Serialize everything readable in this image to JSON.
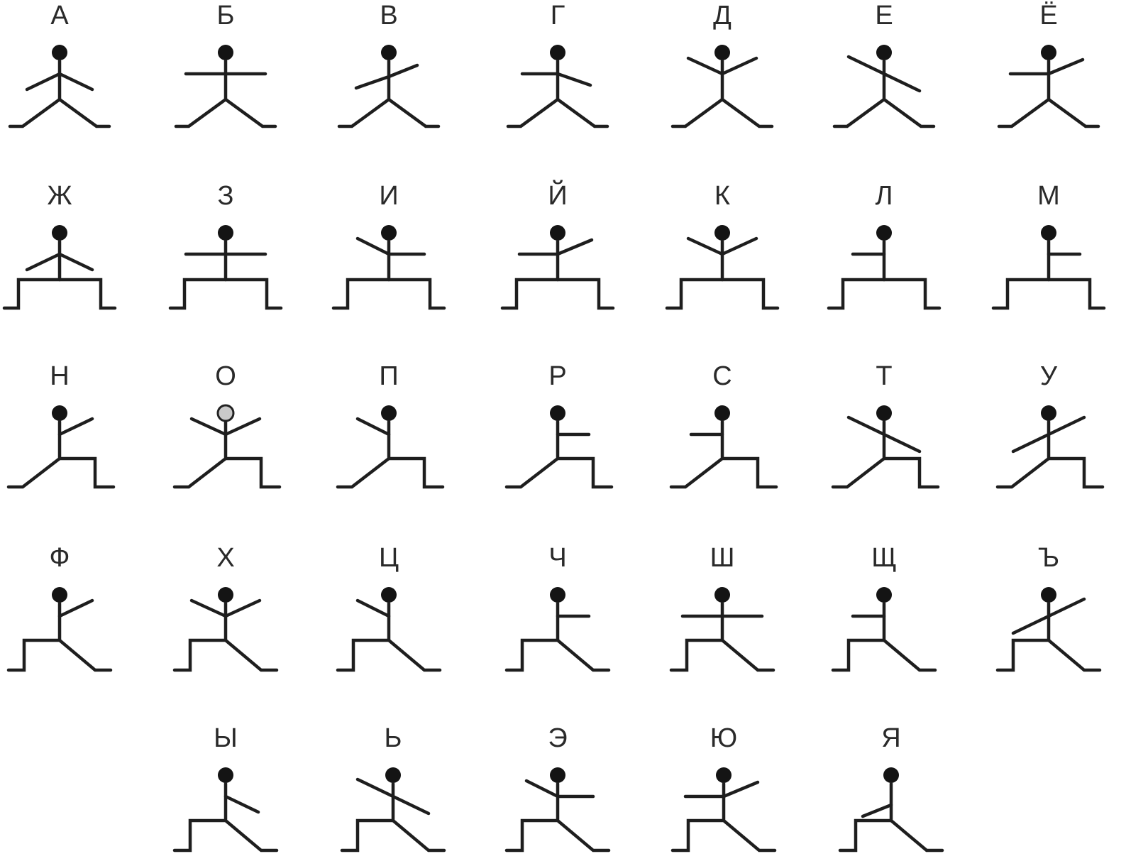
{
  "colors": {
    "background": "#ffffff",
    "ink": "#1e1e1e"
  },
  "figures": [
    {
      "letter": "А",
      "legs": "spread",
      "arms": "a-down-both"
    },
    {
      "letter": "Б",
      "legs": "spread",
      "arms": "horizontal-both"
    },
    {
      "letter": "В",
      "legs": "spread",
      "arms": "left-down-right-up"
    },
    {
      "letter": "Г",
      "legs": "spread",
      "arms": "left-horizontal-right-down"
    },
    {
      "letter": "Д",
      "legs": "spread",
      "arms": "up-both"
    },
    {
      "letter": "Е",
      "legs": "spread",
      "arms": "diagonal-down-right"
    },
    {
      "letter": "Ё",
      "legs": "spread",
      "arms": "left-horizontal-right-up"
    },
    {
      "letter": "Ж",
      "legs": "squat",
      "arms": "a-down-both"
    },
    {
      "letter": "З",
      "legs": "squat",
      "arms": "horizontal-both"
    },
    {
      "letter": "И",
      "legs": "squat",
      "arms": "left-up-right-horizontal"
    },
    {
      "letter": "Й",
      "legs": "squat",
      "arms": "left-horizontal-right-up"
    },
    {
      "letter": "К",
      "legs": "squat",
      "arms": "up-both"
    },
    {
      "letter": "Л",
      "legs": "squat",
      "arms": "left-short-horizontal"
    },
    {
      "letter": "М",
      "legs": "squat",
      "arms": "right-short-horizontal"
    },
    {
      "letter": "Н",
      "legs": "step-right",
      "arms": "right-up"
    },
    {
      "letter": "О",
      "legs": "step-right",
      "arms": "up-both",
      "head": "light"
    },
    {
      "letter": "П",
      "legs": "step-right",
      "arms": "left-up"
    },
    {
      "letter": "Р",
      "legs": "step-right",
      "arms": "right-short-horizontal"
    },
    {
      "letter": "С",
      "legs": "step-right",
      "arms": "left-short-horizontal"
    },
    {
      "letter": "Т",
      "legs": "step-right",
      "arms": "diagonal-down-right"
    },
    {
      "letter": "У",
      "legs": "step-right",
      "arms": "diagonal-up-right"
    },
    {
      "letter": "Ф",
      "legs": "step-left",
      "arms": "right-up"
    },
    {
      "letter": "Х",
      "legs": "step-left",
      "arms": "up-both"
    },
    {
      "letter": "Ц",
      "legs": "step-left",
      "arms": "left-up"
    },
    {
      "letter": "Ч",
      "legs": "step-left",
      "arms": "right-short-horizontal"
    },
    {
      "letter": "Ш",
      "legs": "step-left",
      "arms": "horizontal-both"
    },
    {
      "letter": "Щ",
      "legs": "step-left",
      "arms": "left-short-horizontal"
    },
    {
      "letter": "Ъ",
      "legs": "step-left",
      "arms": "diagonal-up-right"
    },
    {
      "letter": "Ы",
      "legs": "step-left",
      "arms": "right-down"
    },
    {
      "letter": "Ь",
      "legs": "step-left",
      "arms": "diagonal-down-right"
    },
    {
      "letter": "Э",
      "legs": "step-left",
      "arms": "left-up-right-horizontal"
    },
    {
      "letter": "Ю",
      "legs": "step-left",
      "arms": "left-horizontal-right-up"
    },
    {
      "letter": "Я",
      "legs": "step-left",
      "arms": "left-down"
    }
  ]
}
